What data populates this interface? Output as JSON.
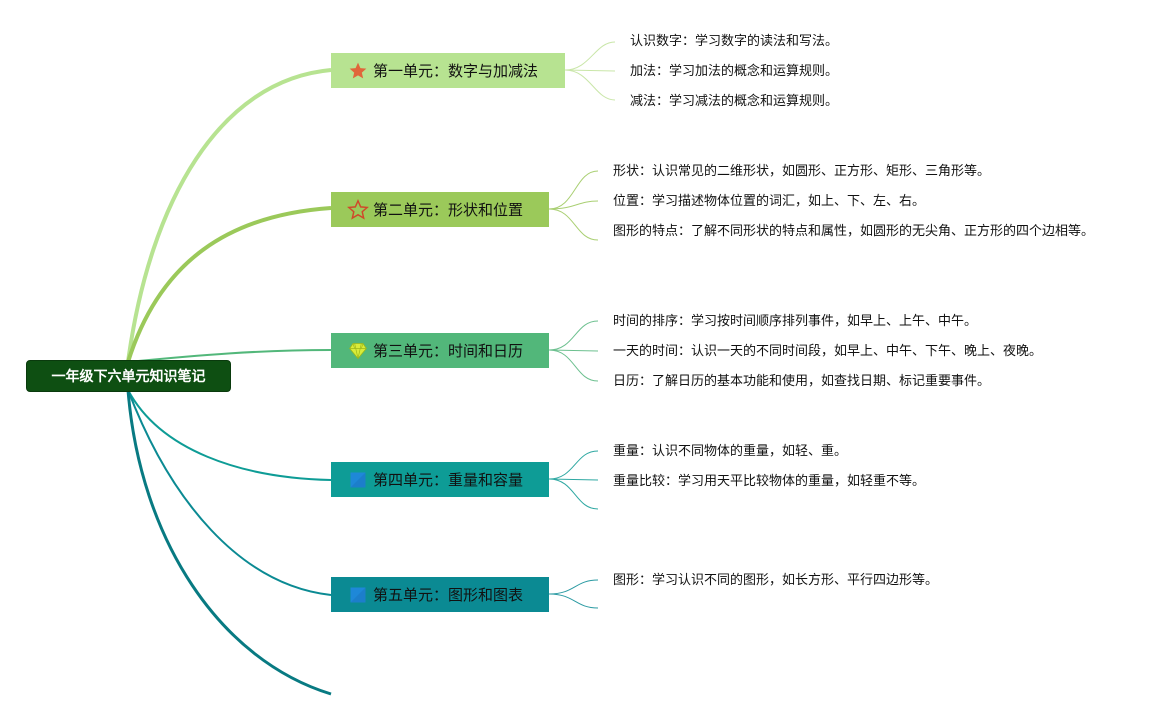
{
  "root": {
    "label": "一年级下六单元知识笔记",
    "color": "#0e4f12"
  },
  "branches": [
    {
      "label": "第一单元：数字与加减法",
      "icon": "star-filled-icon",
      "color": "#b7e391",
      "leaves": [
        "认识数字：学习数字的读法和写法。",
        "加法：学习加法的概念和运算规则。",
        "减法：学习减法的概念和运算规则。"
      ]
    },
    {
      "label": "第二单元：形状和位置",
      "icon": "star-outline-icon",
      "color": "#9bc95a",
      "leaves": [
        "形状：认识常见的二维形状，如圆形、正方形、矩形、三角形等。",
        "位置：学习描述物体位置的词汇，如上、下、左、右。",
        "图形的特点：了解不同形状的特点和属性，如圆形的无尖角、正方形的四个边相等。"
      ]
    },
    {
      "label": "第三单元：时间和日历",
      "icon": "gem-icon",
      "color": "#52b77a",
      "leaves": [
        "时间的排序：学习按时间顺序排列事件，如早上、上午、中午。",
        "一天的时间：认识一天的不同时间段，如早上、中午、下午、晚上、夜晚。",
        "日历：了解日历的基本功能和使用，如查找日期、标记重要事件。"
      ]
    },
    {
      "label": "第四单元：重量和容量",
      "icon": "blue-square-icon",
      "color": "#0e9c96",
      "leaves": [
        "重量：认识不同物体的重量，如轻、重。",
        "重量比较：学习用天平比较物体的重量，如轻重不等。"
      ]
    },
    {
      "label": "第五单元：图形和图表",
      "icon": "blue-square-icon",
      "color": "#0b8a93",
      "leaves": [
        "图形：学习认识不同的图形，如长方形、平行四边形等。"
      ]
    }
  ]
}
